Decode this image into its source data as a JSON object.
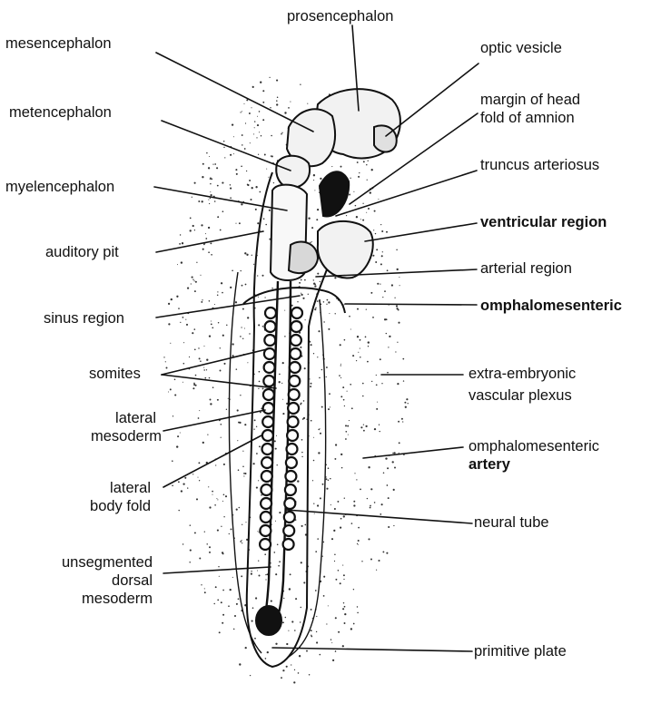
{
  "labels": {
    "prosencephalon": "prosencephalon",
    "mesencephalon": "mesencephalon",
    "optic_vesicle": "optic vesicle",
    "metencephalon": "metencephalon",
    "margin_head_fold": [
      "margin of head",
      "fold of amnion"
    ],
    "truncus_arteriosus": "truncus arteriosus",
    "myelencephalon": "myelencephalon",
    "ventricular_region": "ventricular region",
    "auditory_pit": "auditory pit",
    "arterial_region": "arterial region",
    "sinus_region": "sinus region",
    "omphalomesenteric": "omphalomesenteric",
    "somites": "somites",
    "extra_embryonic_plexus": [
      "extra-embryonic",
      "vascular plexus"
    ],
    "lateral_mesoderm": [
      "lateral",
      "mesoderm"
    ],
    "omphalomesenteric_artery": [
      "omphalomesenteric",
      "artery"
    ],
    "lateral_body_fold": [
      "lateral",
      "body fold"
    ],
    "neural_tube": "neural tube",
    "unsegmented_dorsal_mesoderm": [
      "unsegmented",
      "dorsal",
      "mesoderm"
    ],
    "primitive_plate": "primitive plate"
  },
  "colors": {
    "ink": "#111111",
    "background": "#ffffff"
  }
}
